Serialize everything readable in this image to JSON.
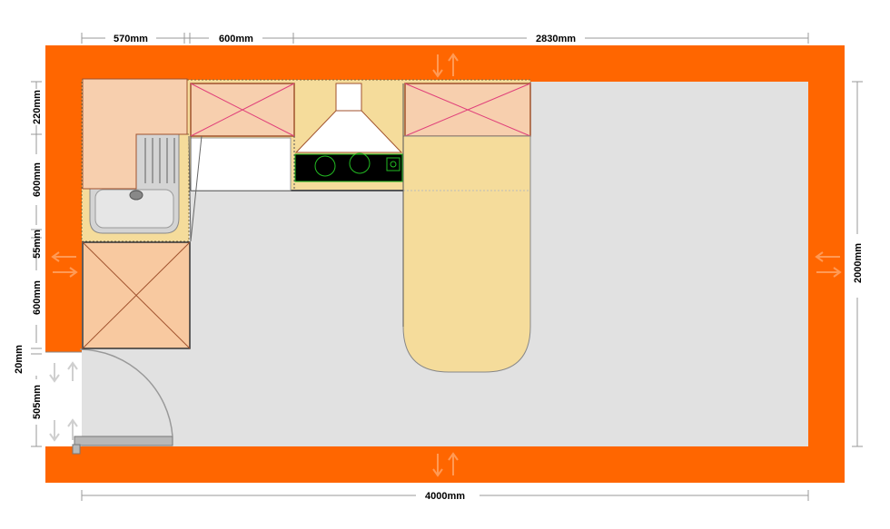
{
  "colors": {
    "wall": "#ff6600",
    "floor": "#e1e1e1",
    "cabinet_base": "#f8c9a0",
    "cabinet_upper": "#f7cfae",
    "cabinet_stroke": "#a0522d",
    "countertop": "#f5dc9b",
    "upper_cross": "#e0407a",
    "hob": "#000000",
    "burner": "#22bb22",
    "door": "#ffffff"
  },
  "dimensions": {
    "top_segment_1": "570mm",
    "top_segment_2": "600mm",
    "top_segment_3": "2830mm",
    "bottom_total": "4000mm",
    "right_total": "2000mm",
    "left_segment_1": "220mm",
    "left_segment_2": "600mm",
    "left_segment_3": "55mm",
    "left_segment_4": "600mm",
    "left_segment_5": "20mm",
    "left_segment_6": "505mm"
  }
}
